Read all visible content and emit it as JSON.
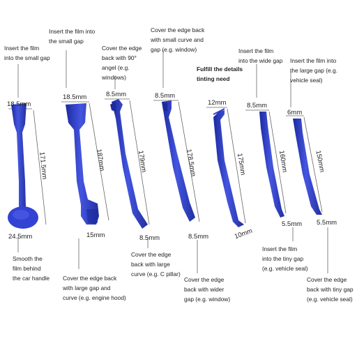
{
  "tools": [
    {
      "id": "t1",
      "top_note": "Insert the film\ninto the small gap",
      "top_width": "18.5mm",
      "length": "171.5mm",
      "bottom_width": "24.5mm",
      "bottom_note": "Smooth the\nfilm behind\nthe car handle"
    },
    {
      "id": "t2",
      "top_note": "Insert the film into\nthe small gap",
      "top_width": "18.5mm",
      "length": "187mm",
      "bottom_width": "15mm",
      "bottom_note": "Cover the edge back\nwith large gap and\ncurve (e.g. engine hood)"
    },
    {
      "id": "t3",
      "top_note": "Cover the edge\nback with 90°\nangel (e.g.\nwindows)",
      "top_width": "8.5mm",
      "length": "179mm",
      "bottom_width": "8.5mm",
      "bottom_note": "Cover the edge\nback with large\ncurve (e.g. C pillar)"
    },
    {
      "id": "t4",
      "top_note": "Cover the edge back\nwith small curve and\ngap (e.g. window)",
      "top_width": "8.5mm",
      "length": "178.5mm",
      "bottom_width": "8.5mm",
      "bottom_note": "Cover the edge\nback with wider\ngap (e.g. window)"
    },
    {
      "id": "t5",
      "top_note": "Fulfill the details\ntinting need",
      "top_width": "12mm",
      "length": "175mm",
      "bottom_width": "10mm",
      "bottom_note": ""
    },
    {
      "id": "t6",
      "top_note": "Insert the film\ninto the wide gap",
      "top_width": "8.5mm",
      "length": "160mm",
      "bottom_width": "5.5mm",
      "bottom_note": "Insert the film\ninto the tiny gap\n(e.g. vehicle seal)"
    },
    {
      "id": "t7",
      "top_note": "Insert the film into\nthe large gap (e.g.\nvehicle seal)",
      "top_width": "6mm",
      "length": "150mm",
      "bottom_width": "5.5mm",
      "bottom_note": "Cover the edge\nback with tiny gap\n(e.g. vehicle seal)"
    }
  ],
  "colors": {
    "tool_blue": "#2f3fd0",
    "tool_dark": "#1c2a9e",
    "tool_light": "#5566e8",
    "line": "#666666"
  }
}
